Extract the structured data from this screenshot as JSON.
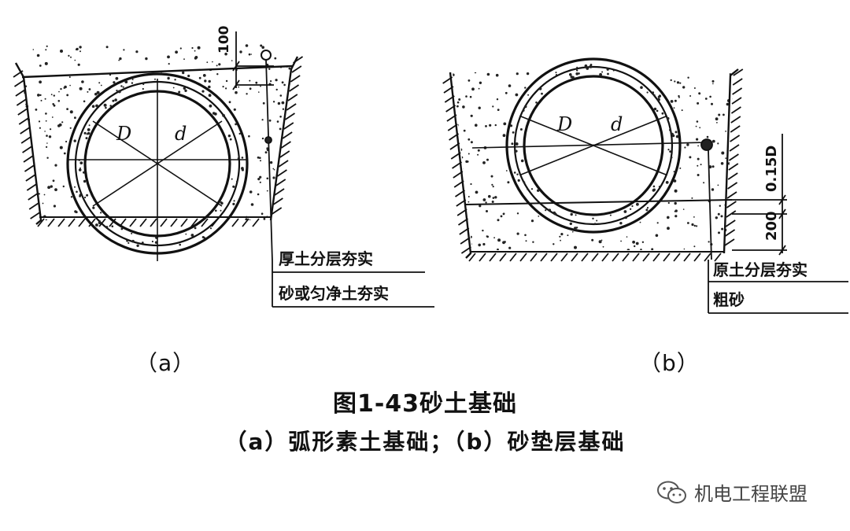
{
  "figure_a": {
    "dim_top": "100",
    "pipe_outer": "D",
    "pipe_inner": "d",
    "legend_row_1": "厚土分层夯实",
    "legend_row_2": "砂或匀净土夯实",
    "sublabel": "（a）"
  },
  "figure_b": {
    "dim_side_1": "0.15D",
    "dim_side_2": "200",
    "pipe_outer": "D",
    "pipe_inner": "d",
    "legend_row_1": "原土分层夯实",
    "legend_row_2": "粗砂",
    "sublabel": "（b）"
  },
  "caption": {
    "title": "图1-43砂土基础",
    "subtitle": "（a）弧形素土基础；（b）砂垫层基础"
  },
  "watermark": {
    "icon": "wechat-icon",
    "text": "机电工程联盟"
  }
}
